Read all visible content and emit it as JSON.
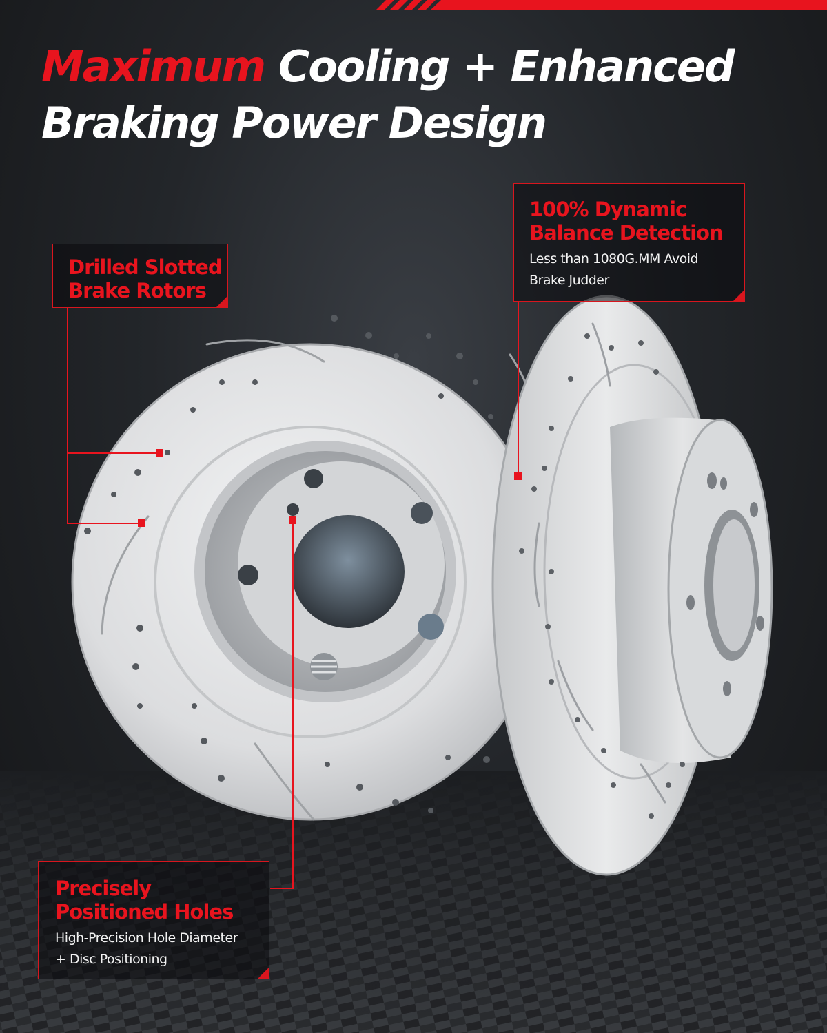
{
  "headline": {
    "accent": "Maximum",
    "rest_line1": " Cooling + Enhanced",
    "line2": "Braking Power Design"
  },
  "callouts": {
    "drilled": {
      "title_line1": "Drilled Slotted",
      "title_line2": "Brake Rotors"
    },
    "balance": {
      "title_line1": "100% Dynamic",
      "title_line2": "Balance Detection",
      "desc_line1": "Less than 1080G.MM Avoid",
      "desc_line2": "Brake Judder"
    },
    "holes": {
      "title_line1": "Precisely",
      "title_line2": "Positioned Holes",
      "desc_line1": "High-Precision Hole Diameter",
      "desc_line2": "+ Disc Positioning"
    }
  },
  "colors": {
    "accent": "#e8141e",
    "background": "#1c1e21",
    "rotor": "#d9dadb"
  }
}
